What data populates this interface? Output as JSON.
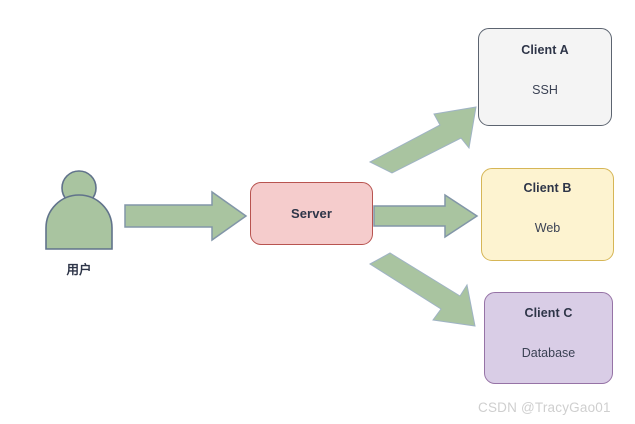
{
  "diagram": {
    "title": "",
    "background_color": "#ffffff",
    "actor": {
      "label": "用户",
      "icon": "user-person-icon",
      "fill_color": "#a9c4a0",
      "stroke_color": "#61738b"
    },
    "nodes": [
      {
        "id": "server",
        "title": "Server",
        "subtitle": "",
        "fill_color": "#f5cccc",
        "stroke_color": "#b85450",
        "text_color": "#2e3548"
      },
      {
        "id": "client-a",
        "title": "Client A",
        "subtitle": "SSH",
        "fill_color": "#f4f4f4",
        "stroke_color": "#5c6470",
        "text_color": "#2e3548"
      },
      {
        "id": "client-b",
        "title": "Client B",
        "subtitle": "Web",
        "fill_color": "#fdf3d0",
        "stroke_color": "#d6b656",
        "text_color": "#2e3548"
      },
      {
        "id": "client-c",
        "title": "Client C",
        "subtitle": "Database",
        "fill_color": "#d9cde6",
        "stroke_color": "#9673a6",
        "text_color": "#2e3548"
      }
    ],
    "arrows": [
      {
        "id": "user-to-server",
        "from": "用户",
        "to": "Server",
        "label": "",
        "direction": "right",
        "fill_color": "#a9c4a0",
        "stroke_color": "#8296a8"
      },
      {
        "id": "server-to-client-a",
        "from": "Server",
        "to": "Client A",
        "label": "",
        "direction": "up-right",
        "fill_color": "#a9c4a0",
        "stroke_color": "#8296a8"
      },
      {
        "id": "server-to-client-b",
        "from": "Server",
        "to": "Client B",
        "label": "",
        "direction": "right",
        "fill_color": "#a9c4a0",
        "stroke_color": "#8296a8"
      },
      {
        "id": "server-to-client-c",
        "from": "Server",
        "to": "Client C",
        "label": "",
        "direction": "down-right",
        "fill_color": "#a9c4a0",
        "stroke_color": "#8296a8"
      }
    ],
    "watermark": "CSDN @TracyGao01"
  }
}
